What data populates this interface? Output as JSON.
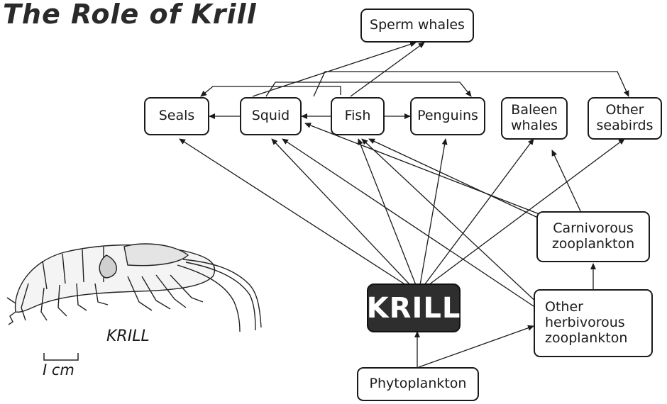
{
  "title": "The Role of Krill",
  "nodes": {
    "sperm_whales": "Sperm whales",
    "seals": "Seals",
    "squid": "Squid",
    "fish": "Fish",
    "penguins": "Penguins",
    "baleen_whales": "Baleen whales",
    "other_seabirds": "Other seabirds",
    "carnivorous_zooplankton": "Carnivorous zooplankton",
    "krill": "KRILL",
    "other_herbivorous_zooplankton": "Other herbivorous zooplankton",
    "phytoplankton": "Phytoplankton"
  },
  "drawing": {
    "caption": "KRILL",
    "scale_label": "I cm"
  },
  "colors": {
    "krill_box": "#2e2e2e",
    "lines": "#1a1a1a"
  }
}
